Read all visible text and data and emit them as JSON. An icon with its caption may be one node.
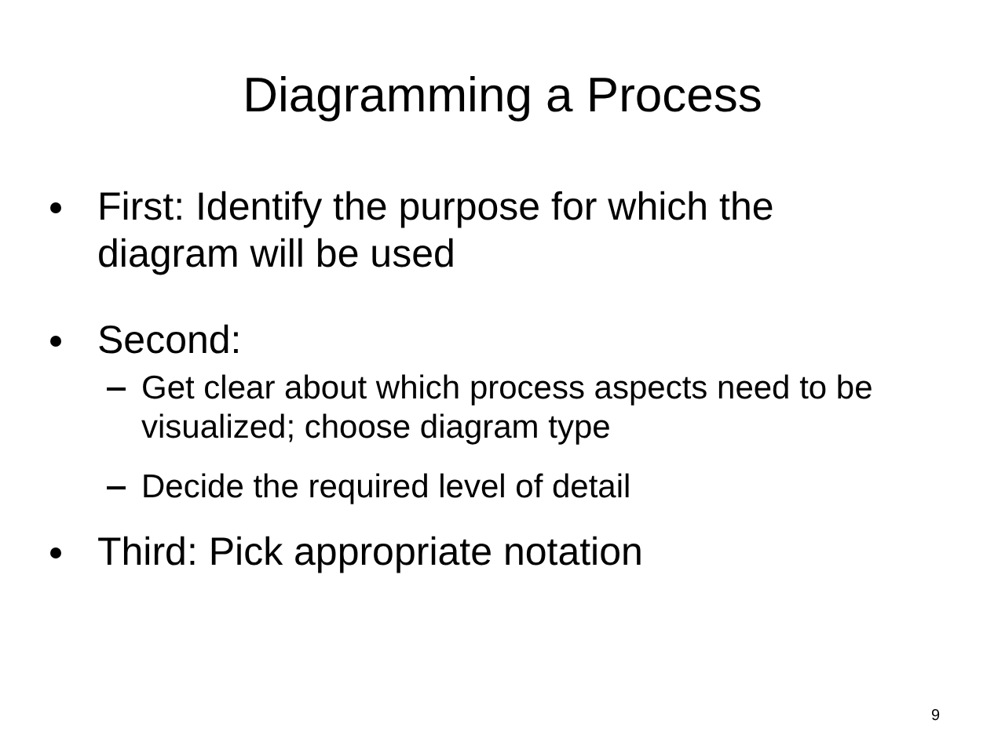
{
  "diagram": {
    "title": "Diagramming a Process",
    "labels": [
      "First: Identify the purpose for which the diagram will be used",
      "Second:",
      "Get clear about which process aspects need to be visualized; choose diagram type",
      "Decide the required level of detail",
      "Third: Pick appropriate notation",
      "9"
    ]
  }
}
